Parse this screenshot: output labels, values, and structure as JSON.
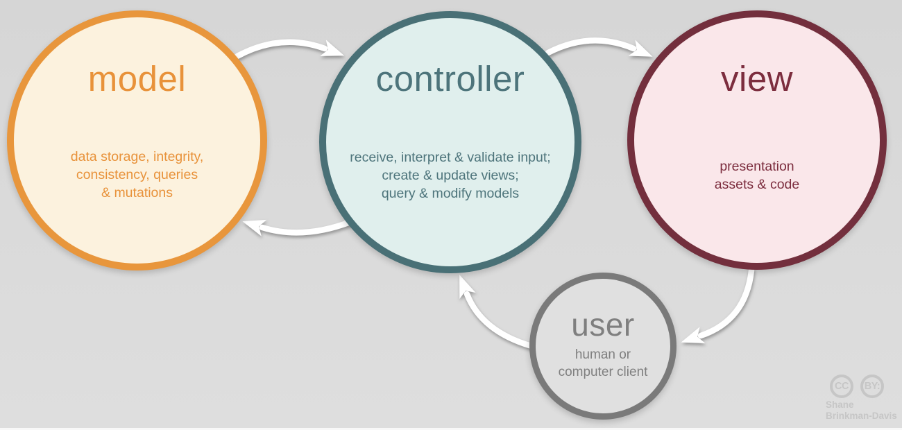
{
  "background": {
    "top_color": "#d6d6d6",
    "bottom_color": "#dedede",
    "footer_strip_color": "#f8f8f8"
  },
  "arrow_color": "#ffffff",
  "nodes": [
    {
      "id": "model",
      "title": "model",
      "description": "data storage, integrity,\nconsistency, queries\n& mutations",
      "border_color": "#e8963c",
      "fill_color": "#fcf2de",
      "text_color": "#e8923a"
    },
    {
      "id": "controller",
      "title": "controller",
      "description": "receive, interpret & validate input;\ncreate & update views;\nquery & modify models",
      "border_color": "#497076",
      "fill_color": "#e0efed",
      "text_color": "#4d747b"
    },
    {
      "id": "view",
      "title": "view",
      "description": "presentation\nassets & code",
      "border_color": "#732f3d",
      "fill_color": "#fae7ea",
      "text_color": "#7c2d3e"
    },
    {
      "id": "user",
      "title": "user",
      "description": "human or\ncomputer client",
      "border_color": "#7a7a7a",
      "fill_color": "#e0e0e0",
      "text_color": "#7f7f7f"
    }
  ],
  "arrows": [
    {
      "from": "model",
      "to": "controller"
    },
    {
      "from": "controller",
      "to": "view"
    },
    {
      "from": "view",
      "to": "user"
    },
    {
      "from": "user",
      "to": "controller"
    },
    {
      "from": "controller",
      "to": "model"
    }
  ],
  "attribution": {
    "cc_label": "CC",
    "by_label": "BY:",
    "author": "Shane\nBrinkman-Davis",
    "color": "#c6c6c6"
  }
}
